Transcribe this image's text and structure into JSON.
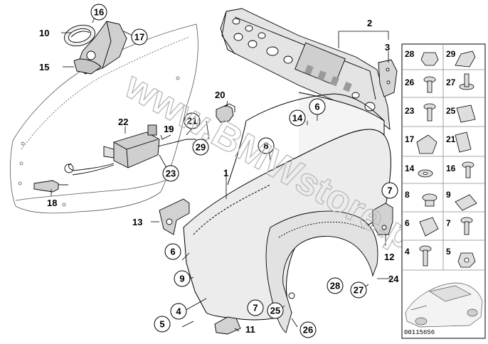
{
  "diagram_code": "00115656",
  "watermark": "www.BMWstore.pl",
  "colors": {
    "line": "#000000",
    "shade": "#d8d8d8",
    "panel": "#e9e9e9",
    "grid": "#8a8a8a",
    "watermark": "#b8b8b8"
  },
  "callouts": {
    "c1": "1",
    "c2": "2",
    "c3": "3",
    "c4": "4",
    "c5": "5",
    "c6a": "6",
    "c6b": "6",
    "c7a": "7",
    "c7b": "7",
    "c8": "8",
    "c9": "9",
    "c10": "10",
    "c11": "11",
    "c12": "12",
    "c13": "13",
    "c14": "14",
    "c15": "15",
    "c16": "16",
    "c17": "17",
    "c18": "18",
    "c19": "19",
    "c20": "20",
    "c21": "21",
    "c22": "22",
    "c23": "23",
    "c24": "24",
    "c25": "25",
    "c26": "26",
    "c27": "27",
    "c28": "28",
    "c29": "29"
  },
  "parts_grid": [
    [
      "28",
      "29"
    ],
    [
      "26",
      "27"
    ],
    [
      "23",
      "25"
    ],
    [
      "17",
      "21"
    ],
    [
      "14",
      "16"
    ],
    [
      "8",
      "9"
    ],
    [
      "6",
      "7"
    ],
    [
      "4",
      "5"
    ]
  ]
}
